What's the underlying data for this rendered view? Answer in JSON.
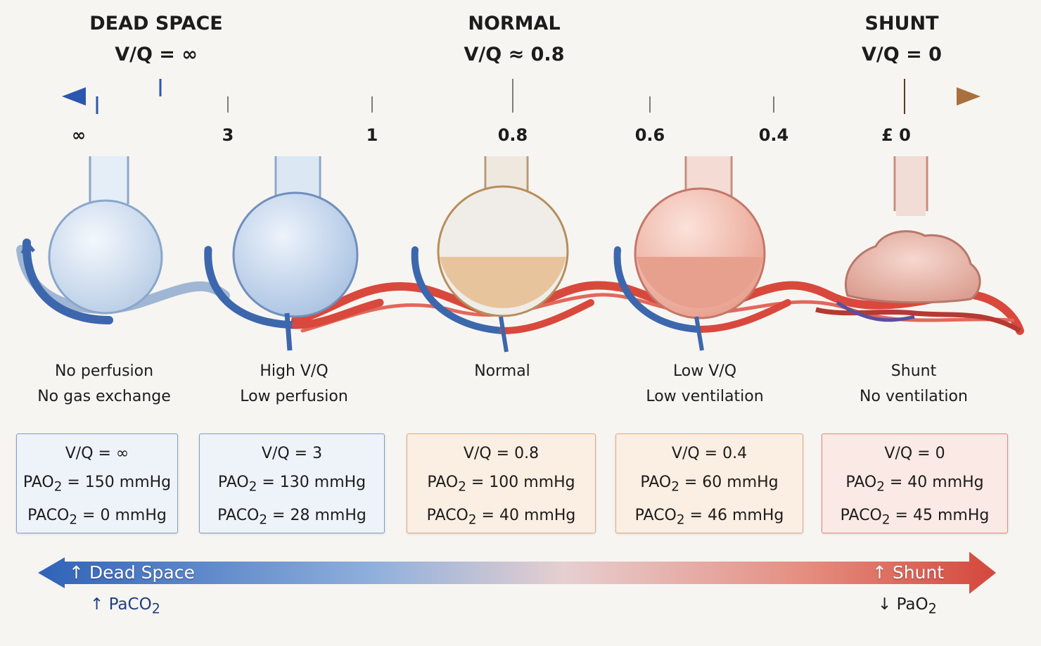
{
  "headers": [
    {
      "title": "DEAD SPACE",
      "ratio": "V/Q = ∞"
    },
    {
      "title": "NORMAL",
      "ratio": "V/Q ≈ 0.8"
    },
    {
      "title": "SHUNT",
      "ratio": "V/Q = 0"
    }
  ],
  "scale_ticks": [
    "∞",
    "3",
    "1",
    "0.8",
    "0.6",
    "0.4",
    "£ 0"
  ],
  "units": [
    {
      "desc1": "No perfusion",
      "desc2": "No gas exchange",
      "vq": "V/Q = ∞",
      "pao2": "150 mmHg",
      "paco2": "0 mmHg"
    },
    {
      "desc1": "High V/Q",
      "desc2": "Low perfusion",
      "vq": "V/Q = 3",
      "pao2": "130 mmHg",
      "paco2": "28 mmHg"
    },
    {
      "desc1": "Normal",
      "desc2": "",
      "vq": "V/Q = 0.8",
      "pao2": "100 mmHg",
      "paco2": "40 mmHg"
    },
    {
      "desc1": "Low V/Q",
      "desc2": "Low ventilation",
      "vq": "V/Q = 0.4",
      "pao2": "60 mmHg",
      "paco2": "46 mmHg"
    },
    {
      "desc1": "Shunt",
      "desc2": "No ventilation",
      "vq": "V/Q = 0",
      "pao2": "40 mmHg",
      "paco2": "45 mmHg"
    }
  ],
  "gas_labels": {
    "pao2_prefix": "PAO",
    "paco2_prefix": "PACO",
    "subscript": "2",
    "eq": " = "
  },
  "spectrum": {
    "left_label": "↑ Dead Space",
    "right_label": "↑ Shunt",
    "left_blood_prefix": "↑ PaCO",
    "right_blood_prefix": "↓ PaO",
    "subscript": "2"
  },
  "colors": {
    "blue": "#2f5fae",
    "red": "#d9534a",
    "brown": "#9a6a3c"
  }
}
